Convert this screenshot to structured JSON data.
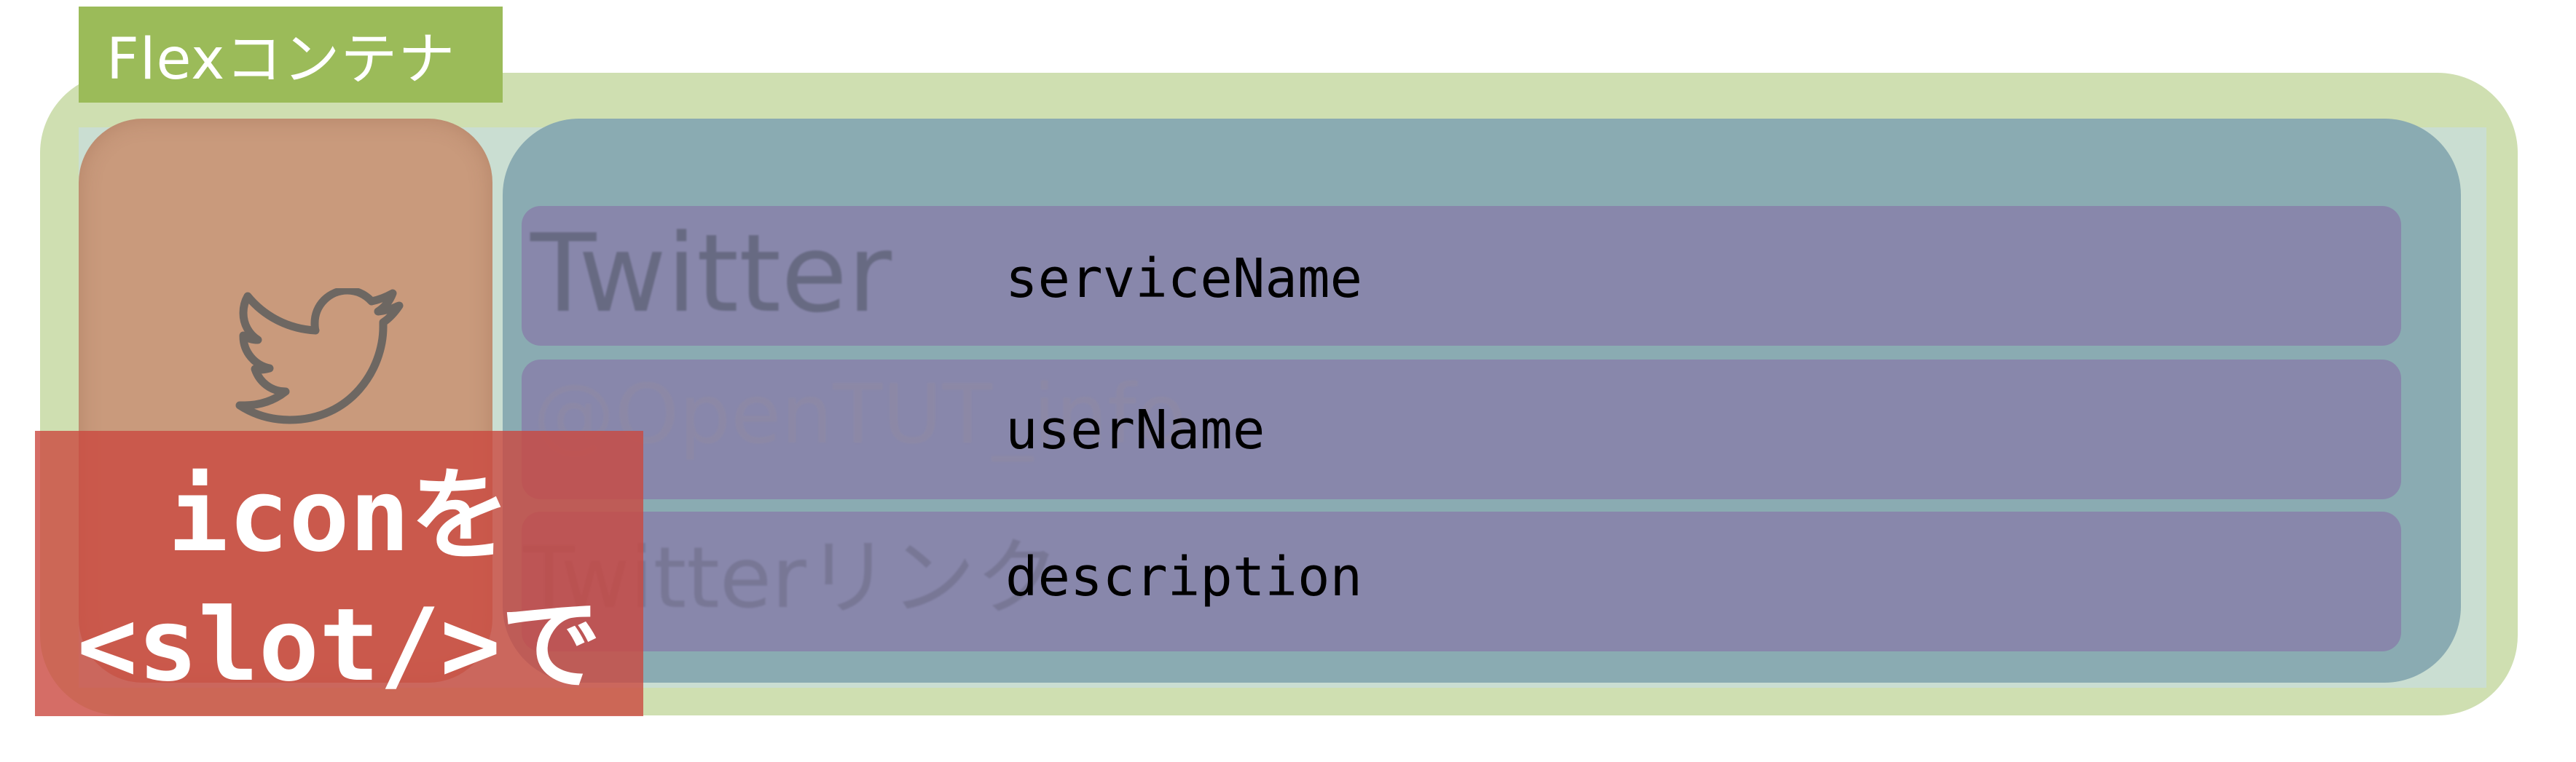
{
  "container": {
    "tag_label": "Flexコンテナ"
  },
  "icon": {
    "name": "twitter-bird-icon",
    "callout_line1": "iconを",
    "callout_line2": "<slot/>で"
  },
  "items": [
    {
      "ghost_text": "Twitter",
      "slot_label": "serviceName"
    },
    {
      "ghost_text": "@OpenTUT_info",
      "slot_label": "userName"
    },
    {
      "ghost_text": "Twitterリンク",
      "slot_label": "description"
    }
  ],
  "colors": {
    "container": "#cfdfb1",
    "tag": "#9bbb59",
    "icon_box": "#c99a7c",
    "text_column": "#8aabb2",
    "row": "#8887ab",
    "callout": "#cb4840"
  }
}
